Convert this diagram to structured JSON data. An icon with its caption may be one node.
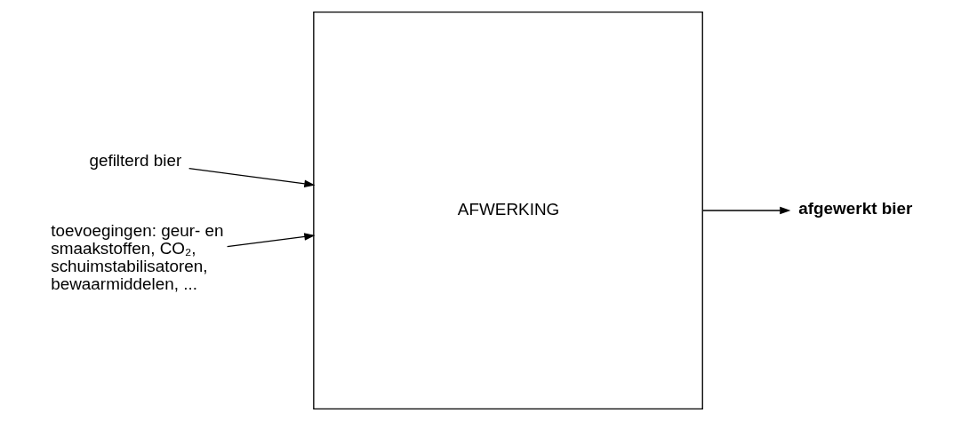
{
  "diagram": {
    "nodes": [
      {
        "text": [
          "gefilterd bier"
        ]
      },
      {
        "text": [
          "toevoegingen: geur- en smaakstoffen, CO₂, schuimstabilisatoren, bewaarmiddelen, ..."
        ]
      },
      {
        "text": [
          "AFWERKING"
        ]
      },
      {
        "text": [
          "afgewerkt bier"
        ]
      }
    ],
    "edges": [
      {
        "from": 0,
        "to": 2,
        "arrow": "to"
      },
      {
        "from": 1,
        "to": 2,
        "arrow": "to"
      },
      {
        "from": 2,
        "to": 3,
        "arrow": "to"
      }
    ]
  }
}
